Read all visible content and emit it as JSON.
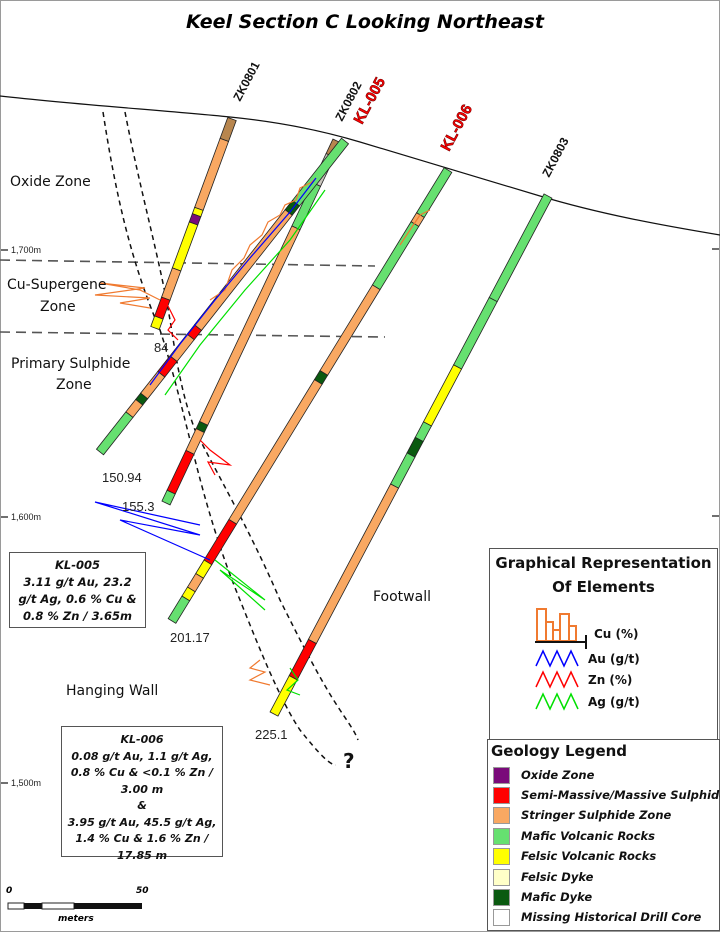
{
  "title": "Keel Section C Looking Northeast",
  "zones": {
    "oxide": "Oxide Zone",
    "supergene_1": "Cu-Supergene",
    "supergene_2": "Zone",
    "primary_1": "Primary Sulphide",
    "primary_2": "Zone",
    "footwall": "Footwall",
    "hanging_wall": "Hanging Wall"
  },
  "elevations": [
    "1,700m",
    "1,600m",
    "1,500m"
  ],
  "drill_holes": [
    {
      "id": "ZK0801",
      "highlight": false
    },
    {
      "id": "ZK0802",
      "highlight": false
    },
    {
      "id": "KL-005",
      "highlight": true
    },
    {
      "id": "KL-006",
      "highlight": true
    },
    {
      "id": "ZK0803",
      "highlight": false
    }
  ],
  "depths": [
    "84",
    "150.94",
    "155.3",
    "201.17",
    "225.1"
  ],
  "unknown_marker": "?",
  "intercepts": {
    "kl005": {
      "lines": [
        "KL-005",
        "3.11 g/t Au, 23.2",
        "g/t Ag, 0.6 % Cu &",
        "0.8 % Zn / 3.65m"
      ]
    },
    "kl006": {
      "lines": [
        "KL-006",
        "0.08 g/t Au, 1.1 g/t Ag,",
        "0.8 % Cu & <0.1 % Zn /",
        "3.00 m",
        "&",
        "3.95 g/t Au, 45.5 g/t Ag,",
        "1.4 % Cu & 1.6 % Zn /",
        "17.85 m"
      ]
    }
  },
  "elements_legend": {
    "title_1": "Graphical Representation",
    "title_2": "Of Elements",
    "items": [
      {
        "label": "Cu (%)",
        "color": "#f07a30",
        "style": "histogram"
      },
      {
        "label": "Au (g/t)",
        "color": "#0000ff",
        "style": "zigzag"
      },
      {
        "label": "Zn (%)",
        "color": "#ff0000",
        "style": "zigzag"
      },
      {
        "label": "Ag (g/t)",
        "color": "#00e000",
        "style": "zigzag"
      }
    ]
  },
  "geology_legend": {
    "title": "Geology Legend",
    "items": [
      {
        "label": "Oxide Zone",
        "color": "#7a0a7a"
      },
      {
        "label": "Semi-Massive/Massive Sulphide",
        "color": "#ff0000"
      },
      {
        "label": "Stringer Sulphide Zone",
        "color": "#f9a862"
      },
      {
        "label": "Mafic Volcanic Rocks",
        "color": "#66e070"
      },
      {
        "label": "Felsic Volcanic Rocks",
        "color": "#ffff00"
      },
      {
        "label": "Felsic Dyke",
        "color": "#ffffc8"
      },
      {
        "label": "Mafic Dyke",
        "color": "#0a5a10"
      },
      {
        "label": "Missing Historical Drill Core",
        "color": "#ffffff"
      }
    ]
  },
  "scale_bar": {
    "start": "0",
    "end": "50",
    "unit": "meters"
  }
}
